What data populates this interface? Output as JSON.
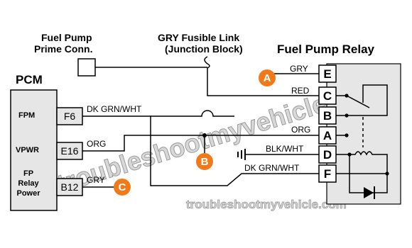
{
  "title": "Fuel Pump Relay",
  "pcm": {
    "title": "PCM",
    "pins": [
      {
        "side": "FPM",
        "id": "F6",
        "wire": "DK GRN/WHT"
      },
      {
        "side": "VPWR",
        "id": "E16",
        "wire": "ORG"
      },
      {
        "side": "FP Relay Power",
        "id": "B12",
        "wire": "GRY"
      }
    ],
    "side_fp": "FP",
    "side_relay": "Relay",
    "side_power": "Power"
  },
  "prime_connector": {
    "line1": "Fuel Pump",
    "line2": "Prime Conn."
  },
  "fusible_link": {
    "line1": "GRY Fusible Link",
    "line2": "(Junction Block)"
  },
  "relay": {
    "terminals": [
      {
        "id": "E",
        "wire": "GRY"
      },
      {
        "id": "C",
        "wire": "RED"
      },
      {
        "id": "B",
        "wire": ""
      },
      {
        "id": "A",
        "wire": "ORG"
      },
      {
        "id": "D",
        "wire": "BLK/WHT"
      },
      {
        "id": "F",
        "wire": "DK GRN/WHT"
      }
    ]
  },
  "callouts": [
    "A",
    "B",
    "C"
  ],
  "watermark": "troubleshootmyvehicle.com",
  "colors": {
    "callout": "#f07a1a",
    "relay_box": "#e6e6e6",
    "pcm_box": "#e6e6e6"
  }
}
